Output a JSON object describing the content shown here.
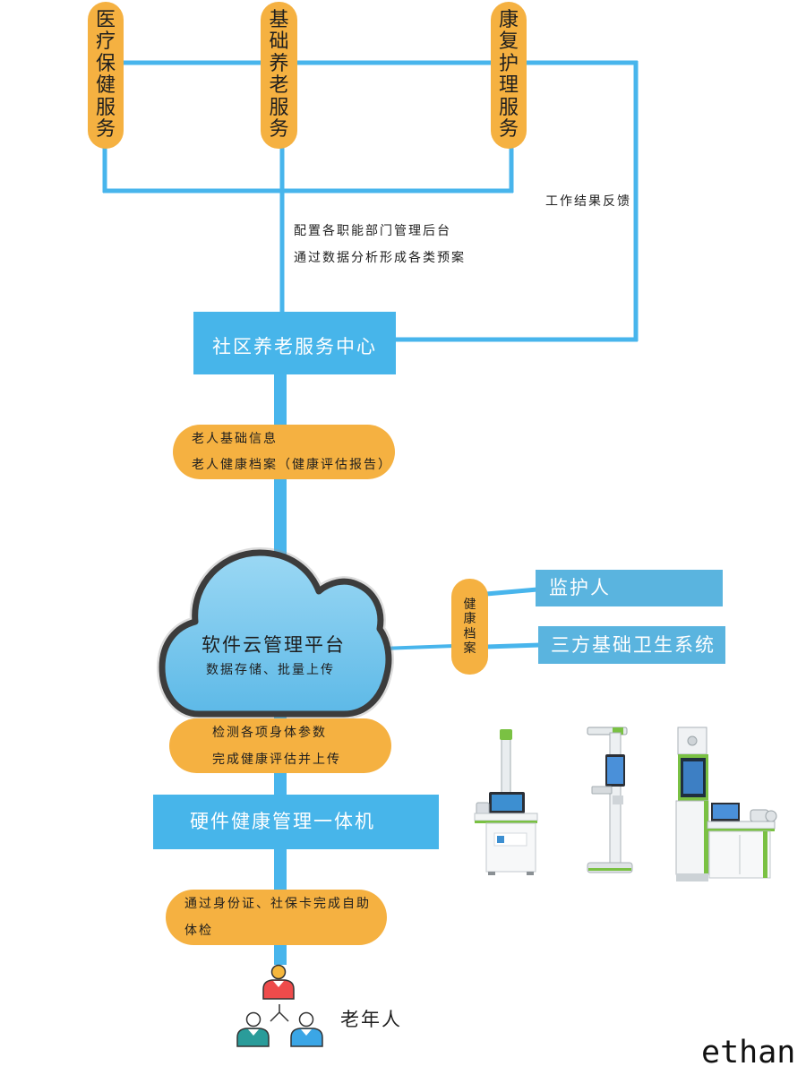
{
  "services": [
    {
      "label": "医疗保健服务"
    },
    {
      "label": "基础养老服务"
    },
    {
      "label": "康复护理服务"
    }
  ],
  "feedback": {
    "label": "工作结果反馈"
  },
  "config_notes": {
    "lines": [
      "配置各职能部门管理后台",
      "通过数据分析形成各类预案"
    ]
  },
  "service_center": {
    "label": "社区养老服务中心"
  },
  "elder_info": {
    "lines": [
      "老人基础信息",
      "老人健康档案（健康评估报告）"
    ]
  },
  "cloud_platform": {
    "title": "软件云管理平台",
    "subtitle": "数据存储、批量上传"
  },
  "health_record": {
    "label": "健康档案"
  },
  "recipients": [
    {
      "label": "监护人"
    },
    {
      "label": "三方基础卫生系统"
    }
  ],
  "detection": {
    "lines": [
      "检测各项身体参数",
      "完成健康评估并上传"
    ]
  },
  "hardware": {
    "label": "硬件健康管理一体机"
  },
  "self_check": {
    "lines": [
      "通过身份证、社保卡完成自助",
      "体检"
    ]
  },
  "elderly": {
    "label": "老年人"
  },
  "watermark": "ethan",
  "icons": {
    "elderly": "elderly-person-icon",
    "kiosk": "health-kiosk-icon",
    "platform": "cloud-icon"
  },
  "colors": {
    "pill_orange": "#F5B141",
    "box_blue": "#47B5EA",
    "recipient_blue": "#5AB4DF",
    "line_blue": "#48B5EC"
  }
}
